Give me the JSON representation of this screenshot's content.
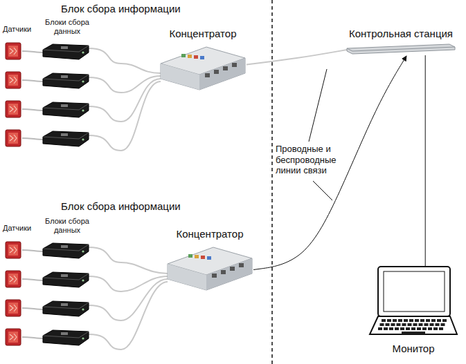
{
  "diagram": {
    "nodes": [
      {
        "text": [
          "Концентратор"
        ]
      },
      {
        "text": [
          "Концентратор"
        ]
      },
      {
        "text": [
          "Контрольная станция"
        ]
      },
      {
        "text": [
          "Монитор"
        ]
      }
    ],
    "edges": [
      {
        "from": 0,
        "to": 2,
        "arrow": "none"
      },
      {
        "from": 1,
        "to": 2,
        "arrow": "to"
      },
      {
        "from": 2,
        "to": 3,
        "arrow": "none"
      }
    ],
    "labels": [
      "Блок сбора информации",
      "Датчики",
      "Блоки сбора данных",
      "Блок сбора информации",
      "Датчики",
      "Блоки сбора данных",
      "Проводные и беспроводные линии связи"
    ]
  }
}
